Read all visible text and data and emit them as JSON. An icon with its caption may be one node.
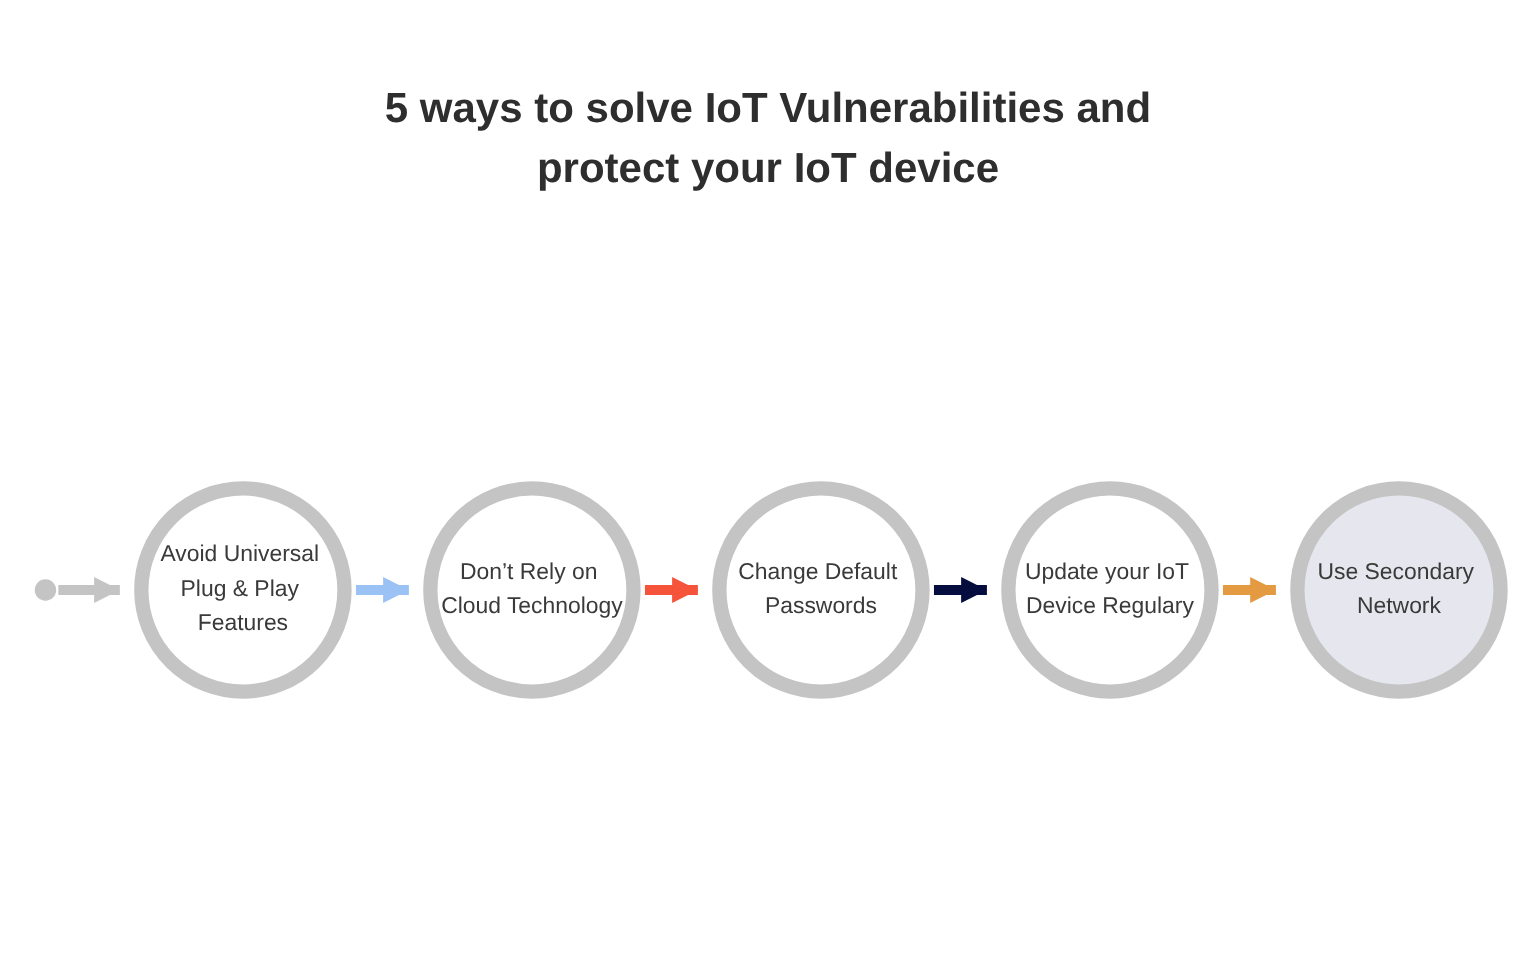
{
  "diagram": {
    "title": "5 ways to solve IoT Vulnerabilities and protect your IoT device",
    "nodes": [
      {
        "text": [
          "Avoid Universal Plug & Play Features"
        ]
      },
      {
        "text": [
          "Don’t Rely on Cloud Technology"
        ]
      },
      {
        "text": [
          "Change Default Passwords"
        ]
      },
      {
        "text": [
          "Update your IoT Device Regulary"
        ]
      },
      {
        "text": [
          "Use Secondary Network"
        ]
      }
    ],
    "edges": [
      {
        "from": null,
        "to": 0,
        "arrow": "to",
        "color": "#c4c4c4"
      },
      {
        "from": 0,
        "to": 1,
        "arrow": "to",
        "color": "#9bc2f5"
      },
      {
        "from": 1,
        "to": 2,
        "arrow": "to",
        "color": "#f5533a"
      },
      {
        "from": 2,
        "to": 3,
        "arrow": "to",
        "color": "#050c3e"
      },
      {
        "from": 3,
        "to": 4,
        "arrow": "to",
        "color": "#e39a40"
      }
    ]
  }
}
